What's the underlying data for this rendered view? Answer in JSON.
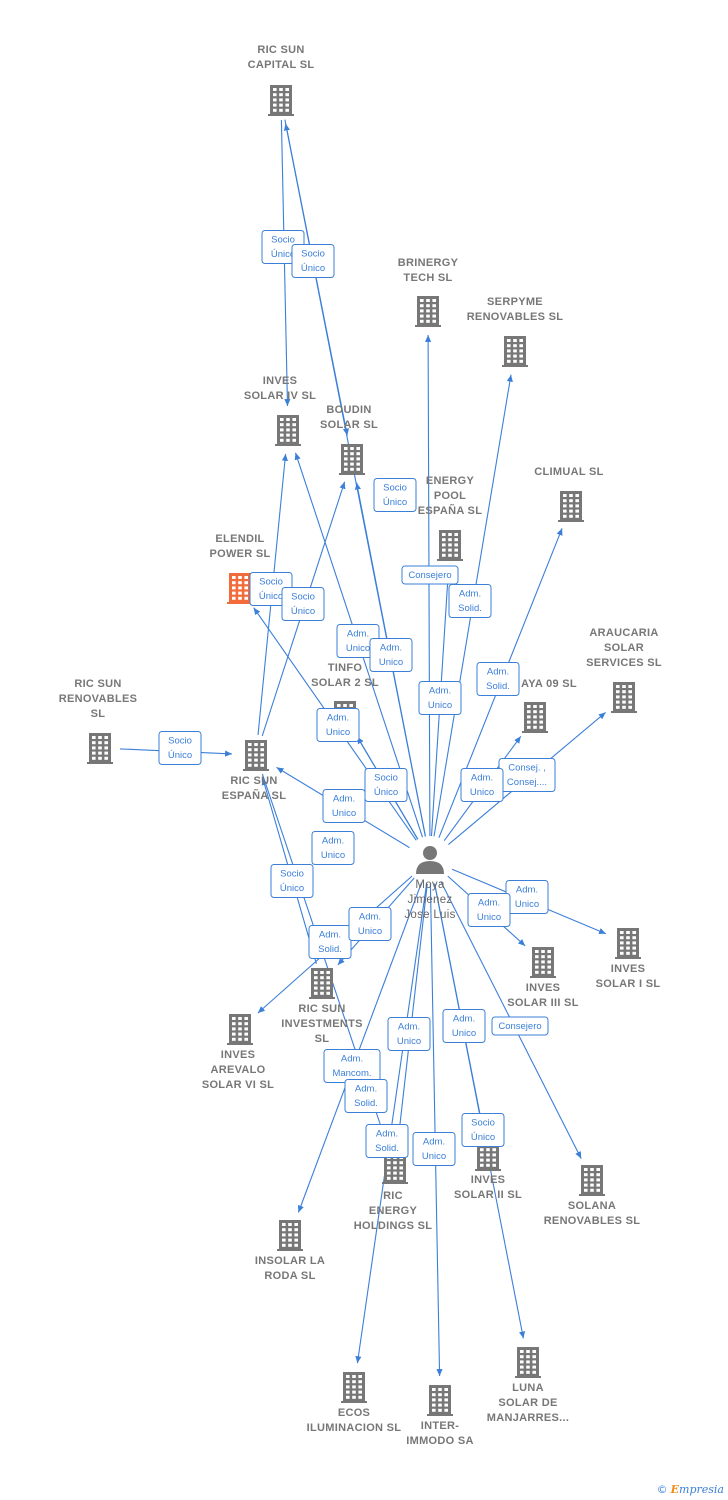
{
  "nodes": [
    {
      "id": "ric_sun_capital",
      "label": [
        "RIC SUN",
        "CAPITAL  SL"
      ],
      "kind": "company"
    },
    {
      "id": "brinergy",
      "label": [
        "BRINERGY",
        "TECH  SL"
      ],
      "kind": "company"
    },
    {
      "id": "serpyme",
      "label": [
        "SERPYME",
        "RENOVABLES SL"
      ],
      "kind": "company"
    },
    {
      "id": "inves_iv",
      "label": [
        "INVES",
        "SOLAR IV SL"
      ],
      "kind": "company"
    },
    {
      "id": "boudin",
      "label": [
        "BOUDIN",
        "SOLAR SL"
      ],
      "kind": "company"
    },
    {
      "id": "energy_pool",
      "label": [
        "ENERGY",
        "POOL",
        "ESPAÑA  SL"
      ],
      "kind": "company"
    },
    {
      "id": "climual",
      "label": [
        "CLIMUAL SL"
      ],
      "kind": "company"
    },
    {
      "id": "elendil",
      "label": [
        "ELENDIL",
        "POWER  SL"
      ],
      "kind": "focus"
    },
    {
      "id": "araucaria",
      "label": [
        "ARAUCARIA",
        "SOLAR",
        "SERVICES SL"
      ],
      "kind": "company"
    },
    {
      "id": "tinfo",
      "label": [
        "TINFO",
        "SOLAR 2 SL"
      ],
      "kind": "company"
    },
    {
      "id": "ric_sun_renovables",
      "label": [
        "RIC SUN",
        "RENOVABLES",
        "SL"
      ],
      "kind": "company"
    },
    {
      "id": "aya09",
      "label": [
        "AYA 09 SL"
      ],
      "kind": "company"
    },
    {
      "id": "ric_sun_espana",
      "label": [
        "RIC SUN",
        "ESPAÑA  SL"
      ],
      "kind": "company"
    },
    {
      "id": "person",
      "label": [
        "Moya",
        "Jimenez",
        "Jose Luis"
      ],
      "kind": "person"
    },
    {
      "id": "inves_i",
      "label": [
        "INVES",
        "SOLAR I SL"
      ],
      "kind": "company"
    },
    {
      "id": "inves_iii",
      "label": [
        "INVES",
        "SOLAR III SL"
      ],
      "kind": "company"
    },
    {
      "id": "ric_sun_investments",
      "label": [
        "RIC SUN",
        "INVESTMENTS",
        "SL"
      ],
      "kind": "company"
    },
    {
      "id": "inves_arevalo",
      "label": [
        "INVES",
        "AREVALO",
        "SOLAR VI SL"
      ],
      "kind": "company"
    },
    {
      "id": "ric_energy",
      "label": [
        "RIC",
        "ENERGY",
        "HOLDINGS  SL"
      ],
      "kind": "company"
    },
    {
      "id": "inves_ii",
      "label": [
        "INVES",
        "SOLAR II SL"
      ],
      "kind": "company"
    },
    {
      "id": "solana",
      "label": [
        "SOLANA",
        "RENOVABLES SL"
      ],
      "kind": "company"
    },
    {
      "id": "insolar",
      "label": [
        "INSOLAR LA",
        "RODA  SL"
      ],
      "kind": "company"
    },
    {
      "id": "ecos",
      "label": [
        "ECOS",
        "ILUMINACION SL"
      ],
      "kind": "company"
    },
    {
      "id": "intermmodo",
      "label": [
        "INTER-",
        "IMMODO SA"
      ],
      "kind": "company"
    },
    {
      "id": "luna",
      "label": [
        "LUNA",
        "SOLAR DE",
        "MANJARRES..."
      ],
      "kind": "company"
    }
  ],
  "edges": [
    {
      "from": "ric_sun_capital",
      "to": "inves_iv",
      "label": [
        "Socio",
        "Único"
      ]
    },
    {
      "from": "ric_sun_capital",
      "to": "boudin",
      "label": [
        "Socio",
        "Único"
      ]
    },
    {
      "from": "ric_sun_espana",
      "to": "inves_iv",
      "label": [
        "Socio",
        "Único"
      ]
    },
    {
      "from": "ric_sun_espana",
      "to": "boudin",
      "label": [
        "Socio",
        "Único"
      ]
    },
    {
      "from": "ric_sun_renovables",
      "to": "ric_sun_espana",
      "label": [
        "Socio",
        "Único"
      ]
    },
    {
      "from": "ric_sun_investments",
      "to": "ric_sun_espana",
      "label": [
        "Socio",
        "Único"
      ]
    },
    {
      "from": "person",
      "to": "brinergy",
      "label": [
        "Socio",
        "Único"
      ]
    },
    {
      "from": "person",
      "to": "serpyme",
      "label": [
        "Adm.",
        "Solid."
      ]
    },
    {
      "from": "person",
      "to": "energy_pool",
      "label": [
        "Consejero"
      ]
    },
    {
      "from": "person",
      "to": "climual",
      "label": [
        "Adm.",
        "Solid."
      ]
    },
    {
      "from": "person",
      "to": "araucaria",
      "label": [
        "Consej. ,",
        "Consej...."
      ]
    },
    {
      "from": "person",
      "to": "aya09",
      "label": [
        "Adm.",
        "Unico"
      ]
    },
    {
      "from": "person",
      "to": "inves_iv",
      "label": [
        "Adm.",
        "Unico"
      ]
    },
    {
      "from": "person",
      "to": "boudin",
      "label": [
        "Adm.",
        "Unico"
      ]
    },
    {
      "from": "person",
      "to": "elendil",
      "label": [
        "Adm.",
        "Unico"
      ]
    },
    {
      "from": "person",
      "to": "tinfo",
      "label": [
        "Adm.",
        "Unico"
      ]
    },
    {
      "from": "person",
      "to": "tinfo",
      "label": [
        "Socio",
        "Único"
      ]
    },
    {
      "from": "person",
      "to": "ric_sun_espana",
      "label": [
        "Adm.",
        "Unico"
      ]
    },
    {
      "from": "person",
      "to": "ric_sun_capital",
      "label": [
        "Adm.",
        "Unico"
      ]
    },
    {
      "from": "person",
      "to": "inves_i",
      "label": [
        "Adm.",
        "Unico"
      ]
    },
    {
      "from": "person",
      "to": "inves_iii",
      "label": [
        "Adm.",
        "Unico"
      ]
    },
    {
      "from": "person",
      "to": "ric_sun_investments",
      "label": [
        "Adm.",
        "Solid."
      ]
    },
    {
      "from": "person",
      "to": "inves_arevalo",
      "label": [
        "Adm.",
        "Unico"
      ]
    },
    {
      "from": "person",
      "to": "ric_energy",
      "label": [
        "Adm.",
        "Unico"
      ]
    },
    {
      "from": "person",
      "to": "inves_ii",
      "label": [
        "Adm.",
        "Unico"
      ]
    },
    {
      "from": "person",
      "to": "solana",
      "label": [
        "Consejero"
      ]
    },
    {
      "from": "person",
      "to": "insolar",
      "label": [
        "Adm.",
        "Mancom."
      ]
    },
    {
      "from": "person",
      "to": "ecos",
      "label": [
        "Adm.",
        "Solid."
      ]
    },
    {
      "from": "person",
      "to": "intermmodo",
      "label": [
        "Adm.",
        "Solid."
      ]
    },
    {
      "from": "person",
      "to": "luna",
      "label": [
        "Adm.",
        "Unico"
      ]
    },
    {
      "from": "ric_sun_espana",
      "to": "ric_energy",
      "label": [
        "Socio",
        "Único"
      ]
    }
  ],
  "footer": {
    "copyright": "©",
    "brand_initial": "E",
    "brand_rest": "mpresia"
  },
  "colors": {
    "edge": "#3b7fd9",
    "building": "#777777",
    "focus": "#f26b3a",
    "person": "#777777"
  }
}
